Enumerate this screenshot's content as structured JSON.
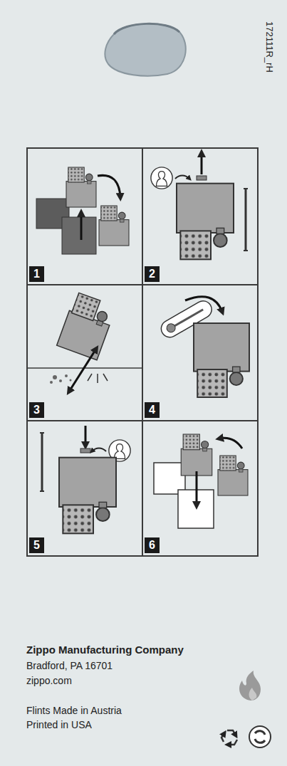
{
  "diagram": {
    "nodes": [
      {
        "text": [
          "1"
        ]
      },
      {
        "text": [
          "2"
        ]
      },
      {
        "text": [
          "3"
        ]
      },
      {
        "text": [
          "4"
        ]
      },
      {
        "text": [
          "5"
        ]
      },
      {
        "text": [
          "6"
        ]
      }
    ],
    "labels": [
      "172111R_rH",
      "Zippo Manufacturing Company",
      "Bradford, PA 16701",
      "zippo.com",
      "Flints Made in Austria",
      "Printed in USA"
    ]
  }
}
